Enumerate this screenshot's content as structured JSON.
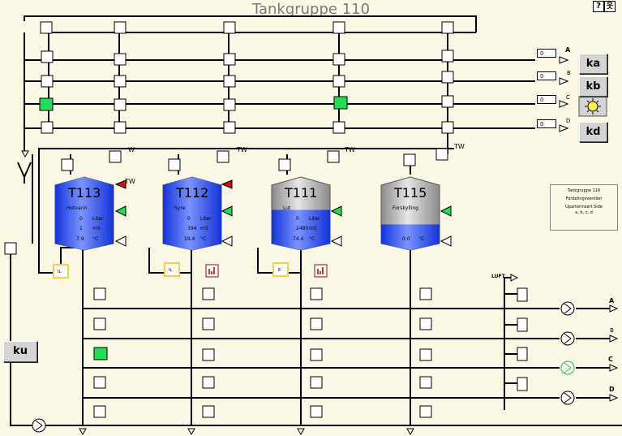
{
  "header": {
    "title": "Tankgruppe 110",
    "help_symbol": "?",
    "person_symbol": "웃"
  },
  "buttons": {
    "ka": "ka",
    "kb": "kb",
    "kd": "kd",
    "ku": "ku"
  },
  "right_inputs": [
    {
      "letter": "A",
      "value": "0"
    },
    {
      "letter": "B",
      "value": "0"
    },
    {
      "letter": "C",
      "value": "0"
    },
    {
      "letter": "D",
      "value": "0"
    }
  ],
  "tw_label": "TW",
  "w_label": "W",
  "tanks": [
    {
      "name": "T113",
      "product": "Hotvann",
      "row1": [
        "0",
        "Liter"
      ],
      "row2": [
        "1",
        "mS"
      ],
      "row3": [
        "7.9",
        "°C"
      ],
      "fill": 1.0
    },
    {
      "name": "T112",
      "product": "Syre",
      "row1": [
        "0",
        "Liter"
      ],
      "row2": [
        "394",
        "mS"
      ],
      "row3": [
        "19.4",
        "°C"
      ],
      "fill": 1.0
    },
    {
      "name": "T111",
      "product": "Lut",
      "row1": [
        "0",
        "Liter"
      ],
      "row2": [
        "2480",
        "mS"
      ],
      "row3": [
        "74.4",
        "°C"
      ],
      "fill": 0.55
    },
    {
      "name": "T115",
      "product": "Forskylling",
      "row1": [
        "",
        ""
      ],
      "row2": [
        "",
        ""
      ],
      "row3": [
        "0.0",
        "°C"
      ],
      "fill": 0.35
    }
  ],
  "level_labels": [
    "IL",
    "IL",
    "E"
  ],
  "info_panel": {
    "line1": "Tankgruppe 116",
    "line2": "Fordelingsventiler",
    "line3": "Uparterinsert Side",
    "line4": "a, b, c, d"
  },
  "luft_label": "LUFT",
  "outlets": [
    "A",
    "B",
    "C",
    "D"
  ],
  "colors": {
    "active_green": "#22dd55",
    "tank_blue": "#1a3cff",
    "tank_grey": "#b4b4b4",
    "alarm_red": "#cc1111",
    "background": "#fbf8e6"
  }
}
